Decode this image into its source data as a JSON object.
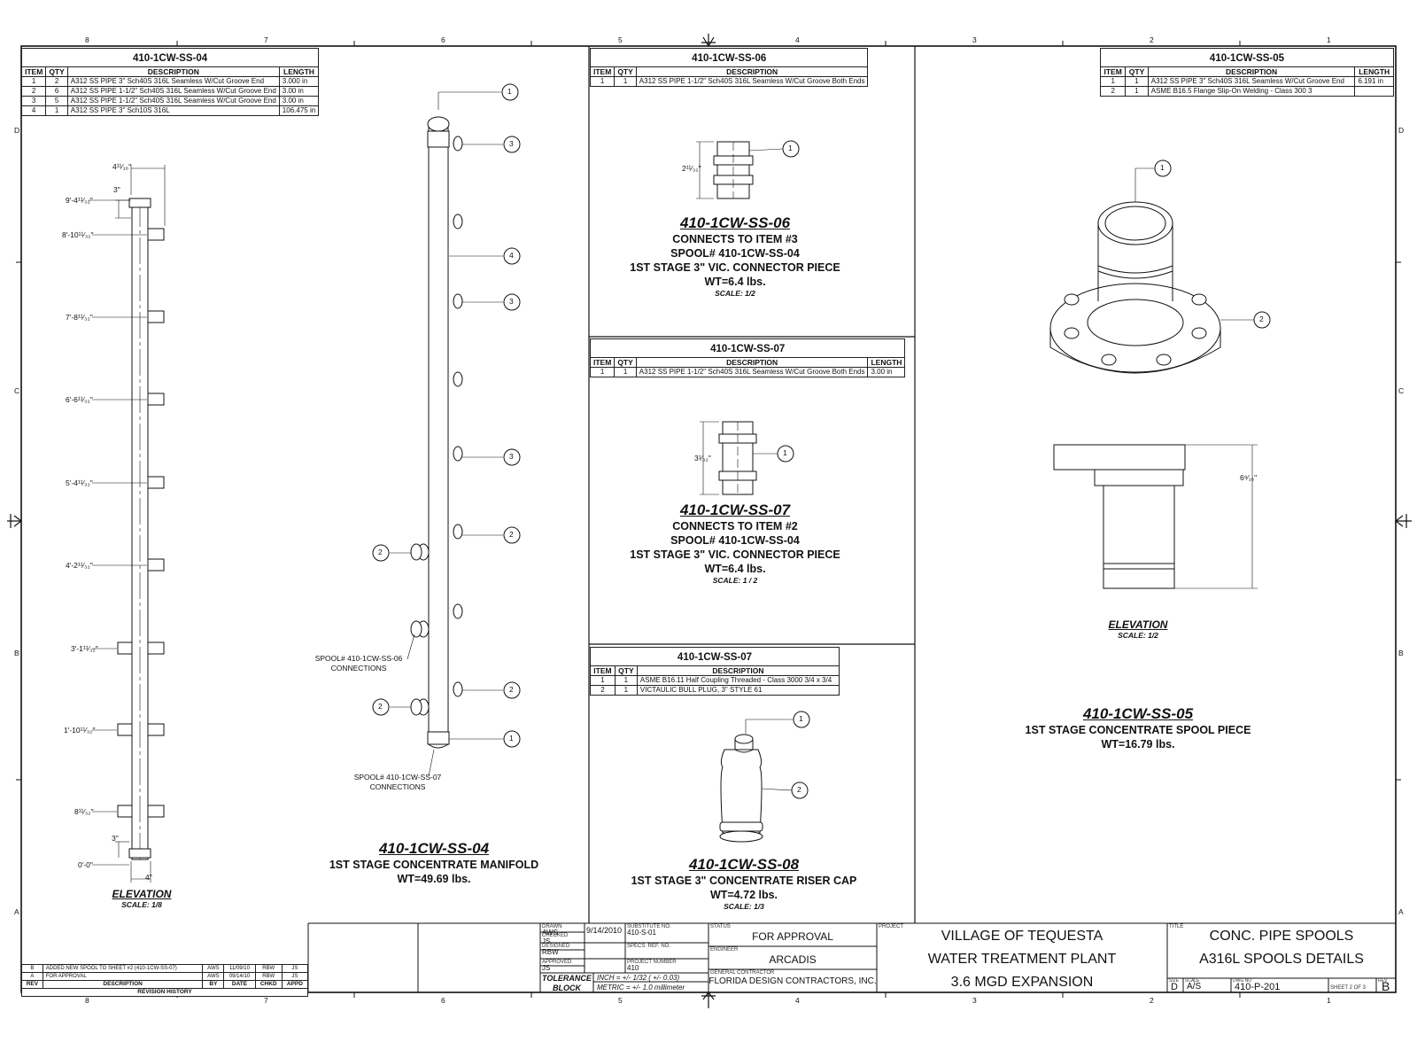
{
  "border": {
    "columns_top": [
      "8",
      "7",
      "6",
      "5",
      "4",
      "3",
      "2",
      "1"
    ],
    "rows_side": [
      "D",
      "C",
      "B",
      "A"
    ]
  },
  "bom_ss04": {
    "title": "410-1CW-SS-04",
    "headers": [
      "ITEM",
      "QTY",
      "DESCRIPTION",
      "LENGTH"
    ],
    "rows": [
      [
        "1",
        "2",
        "A312 SS PIPE 3\" Sch40S 316L Seamless W/Cut Groove End",
        "3.000 in"
      ],
      [
        "2",
        "6",
        "A312 SS PIPE 1-1/2\" Sch40S 316L Seamless W/Cut Groove End",
        "3.00 in"
      ],
      [
        "3",
        "5",
        "A312 SS PIPE 1-1/2\" Sch40S 316L Seamless W/Cut Groove End",
        "3.00 in"
      ],
      [
        "4",
        "1",
        "A312 SS PIPE 3\" Sch10S 316L",
        "106.475 in"
      ]
    ]
  },
  "bom_ss06": {
    "title": "410-1CW-SS-06",
    "headers": [
      "ITEM",
      "QTY",
      "DESCRIPTION"
    ],
    "rows": [
      [
        "1",
        "1",
        "A312 SS PIPE 1-1/2\" Sch40S 316L Seamless W/Cut Groove Both Ends"
      ]
    ]
  },
  "bom_ss07": {
    "title": "410-1CW-SS-07",
    "headers": [
      "ITEM",
      "QTY",
      "DESCRIPTION",
      "LENGTH"
    ],
    "rows": [
      [
        "1",
        "1",
        "A312 SS PIPE 1-1/2\" Sch40S 316L Seamless W/Cut Groove Both Ends",
        "3.00 in"
      ]
    ]
  },
  "bom_ss08": {
    "title": "410-1CW-SS-07",
    "headers": [
      "ITEM",
      "QTY",
      "DESCRIPTION"
    ],
    "rows": [
      [
        "1",
        "1",
        "ASME B16.11 Half Coupling Threaded - Class 3000 3/4 x 3/4"
      ],
      [
        "2",
        "1",
        "VICTAULIC BULL PLUG, 3\" STYLE 61"
      ]
    ]
  },
  "bom_ss05": {
    "title": "410-1CW-SS-05",
    "headers": [
      "ITEM",
      "QTY",
      "DESCRIPTION",
      "LENGTH"
    ],
    "rows": [
      [
        "1",
        "1",
        "A312 SS PIPE 3\" Sch40S 316L Seamless W/Cut Groove End",
        "6.191 in"
      ],
      [
        "2",
        "1",
        "ASME B16.5 Flange Slip-On Welding - Class 300 3",
        ""
      ]
    ]
  },
  "ss04_dims": {
    "top_width": "4¹¹⁄₁₆\"",
    "top_offset": "3\"",
    "levels": [
      "9'-4¹¹⁄₃₂\"",
      "8'-10¹¹⁄₃₂\"",
      "7'-8¹¹⁄₃₂\"",
      "6'-6¹¹⁄₃₂\"",
      "5'-4¹¹⁄₃₂\"",
      "4'-2¹¹⁄₃₂\"",
      "3'-1¹¹⁄₃₂\"",
      "1'-10¹¹⁄₃₂\"",
      "8¹¹⁄₃₂\"",
      "0'-0\""
    ],
    "bottom_offset": "3\"",
    "bottom_width": "4\"",
    "view": "ELEVATION",
    "scale": "SCALE: 1/8"
  },
  "ss04_iso": {
    "spool06_note": [
      "SPOOL# 410-1CW-SS-06",
      "CONNECTIONS"
    ],
    "spool07_note": [
      "SPOOL# 410-1CW-SS-07",
      "CONNECTIONS"
    ],
    "title": "410-1CW-SS-04",
    "line1": "1ST STAGE CONCENTRATE MANIFOLD",
    "line2": "WT=49.69 lbs."
  },
  "ss06": {
    "dim": "2¹¹⁄₃₂\"",
    "title": "410-1CW-SS-06",
    "line1": "CONNECTS TO ITEM #3",
    "line2": "SPOOL# 410-1CW-SS-04",
    "line3": "1ST STAGE 3\" VIC. CONNECTOR PIECE",
    "line4": "WT=6.4 lbs.",
    "scale": "SCALE: 1/2"
  },
  "ss07": {
    "dim": "3¹⁄₃₂\"",
    "title": "410-1CW-SS-07",
    "line1": "CONNECTS TO ITEM #2",
    "line2": "SPOOL# 410-1CW-SS-04",
    "line3": "1ST STAGE 3\" VIC. CONNECTOR PIECE",
    "line4": "WT=6.4 lbs.",
    "scale": "SCALE: 1 / 2"
  },
  "ss08": {
    "title": "410-1CW-SS-08",
    "line1": "1ST STAGE 3\" CONCENTRATE RISER CAP",
    "line2": "WT=4.72 lbs.",
    "scale": "SCALE: 1/3"
  },
  "ss05": {
    "dim": "6⁹⁄₁₆\"",
    "view": "ELEVATION",
    "view_scale": "SCALE: 1/2",
    "title": "410-1CW-SS-05",
    "line1": "1ST STAGE CONCENTRATE SPOOL PIECE",
    "line2": "WT=16.79 lbs."
  },
  "revisions": {
    "rows": [
      [
        "B",
        "ADDED NEW SPOOL TO SHEET #2 (410-1CW-SS-07)",
        "AWS",
        "11/09/10",
        "RBW",
        "JS"
      ],
      [
        "A",
        "FOR APPROVAL",
        "AWS",
        "09/14/10",
        "RBW",
        "JS"
      ]
    ],
    "headers": [
      "REV",
      "DESCRIPTION",
      "BY",
      "DATE",
      "CHKD",
      "APPD"
    ],
    "footer": "REVISION HISTORY"
  },
  "title_block": {
    "drawn_label": "DRAWN",
    "drawn": "AWS",
    "date": "9/14/2010",
    "checked_label": "CHECKED",
    "checked": "JS",
    "designed_label": "DESIGNED",
    "designed": "RBW",
    "approved_label": "APPROVED",
    "approved": "JS",
    "substituted_label": "SUBSTITUTE NO.",
    "substituted": "410-S-01",
    "spec_label": "SPECS. REF. NO.",
    "project_no_label": "PROJECT NUMBER",
    "project_no": "410",
    "tolerance_label": "TOLERANCE",
    "block_label": "BLOCK",
    "inch": "INCH = +/- 1/32 ( +/- 0.03)",
    "metric": "METRIC = +/- 1.0 millimeter",
    "status_label": "STATUS",
    "status": "FOR APPROVAL",
    "engineer_label": "ENGINEER",
    "engineer": "ARCADIS",
    "gc_label": "GENERAL CONTRACTOR",
    "gc": "FLORIDA DESIGN CONTRACTORS, INC.",
    "project_label": "PROJECT",
    "project_line1": "VILLAGE OF TEQUESTA",
    "project_line2": "WATER TREATMENT PLANT",
    "project_line3": "3.6 MGD EXPANSION",
    "title_label": "TITLE",
    "title_line1": "CONC. PIPE SPOOLS",
    "title_line2": "A316L SPOOLS DETAILS",
    "size_label": "SIZE",
    "size": "D",
    "scale_label": "SCALE",
    "scale": "A/S",
    "dwg_label": "DWG NO",
    "dwg_no": "410-P-201",
    "sheet": "SHEET 2  OF 3",
    "rev_label": "REV",
    "rev": "B"
  }
}
